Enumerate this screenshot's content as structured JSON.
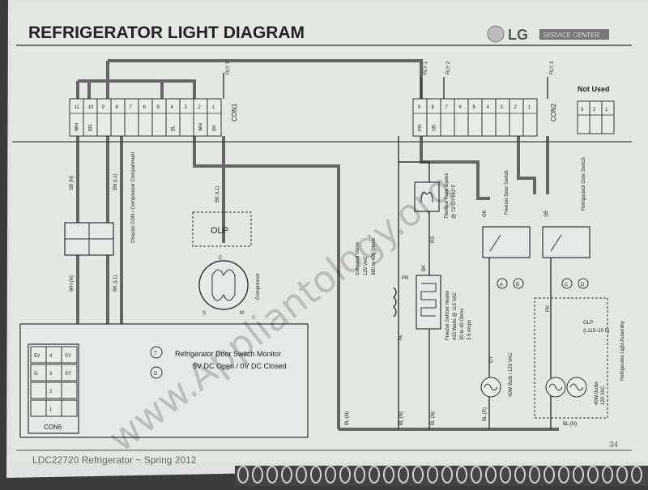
{
  "title": "REFRIGERATOR LIGHT DIAGRAM",
  "logo": "LG",
  "logo_tag": "SERVICE CENTER",
  "watermark": "www.Appliantology.org",
  "footer": {
    "left": "LDC22720 Refrigerator ~ Spring 2012",
    "page": "34"
  },
  "connectors": {
    "con1": {
      "name": "CON1",
      "pins_top": [
        "11",
        "10",
        "9",
        "8",
        "7",
        "6",
        "5",
        "4",
        "3",
        "2",
        "1"
      ],
      "pins_bot": [
        "WH",
        "BN",
        "",
        "",
        "",
        "",
        "",
        "BL",
        "",
        "WH",
        "BK"
      ]
    },
    "con2": {
      "name": "CON2",
      "pins_top": [
        "9",
        "8",
        "7",
        "6",
        "5",
        "4",
        "3",
        "2",
        "1"
      ],
      "pins_bot": [
        "PR",
        "SB",
        "",
        "",
        "",
        "",
        "",
        "",
        ""
      ]
    },
    "not_used": {
      "title": "Not Used",
      "pins": [
        "3",
        "2",
        "1"
      ]
    },
    "con6": {
      "name": "CON6",
      "rows": [
        [
          "5V",
          "4",
          "SY"
        ],
        [
          "G",
          "3",
          "SY"
        ],
        [
          "",
          "2",
          ""
        ],
        [
          "",
          "1",
          ""
        ]
      ]
    }
  },
  "relays": [
    "RLY 1",
    "RLY 1",
    "RLY 2",
    "RLY 3"
  ],
  "wires": {
    "sb_n": "SB (N)",
    "bn_l1": "BN (L1)",
    "bk_l1": "BK (L1)",
    "wh_n": "WH (N)",
    "bk_l1_b": "BK (L1)",
    "pr": "PR",
    "bk": "BK",
    "bl": "BL",
    "rd": "RD",
    "bl_n": "BL (N)",
    "bl_n2": "BL (N)",
    "bl_n3": "BL (N)",
    "sb": "SB",
    "ok": "OK",
    "pk": "PK",
    "gy": "GY",
    "bl_r": "BL (R)",
    "bl_n4": "BL (N)"
  },
  "components": {
    "chassis": "Chassis CON / Compressor Compartment",
    "olp": "OLP",
    "compressor": "Compressor",
    "comp_pins": [
      "C",
      "S",
      "M"
    ],
    "monitor_line1": "Refrigerator Door Switch Monitor",
    "monitor_line2": "5V DC Open / 0V DC Closed",
    "icemaker": [
      "Icemaker Valve",
      "120 VAC",
      "380 to 420 Ohms"
    ],
    "thermal_fuse": [
      "Thermal Fuse Opens",
      "@ 72°C / 162°F"
    ],
    "heater": [
      "Freezer Defrost Heater",
      "415 Watts @ 115 VAC",
      "30 to 40 Ohms",
      "3.5 Amps"
    ],
    "freezer_switch": "Freezer Door Switch",
    "fridge_switch": "Refrigerator Door Switch",
    "bulb": "40W Bulb / 120 VAC",
    "light_assy": "Refrigerator Light Assembly",
    "light_olp": [
      "OLP",
      "(L115~20 F)"
    ],
    "bulbs": [
      "40W Bulbs",
      "120 VAC"
    ],
    "terminals": [
      "A",
      "B",
      "C",
      "D",
      "T"
    ]
  }
}
